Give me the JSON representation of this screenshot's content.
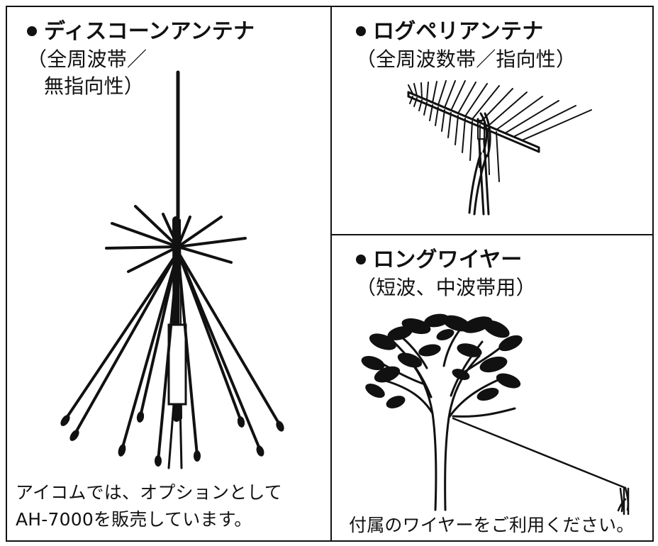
{
  "left_panel": {
    "title": "ディスコーンアンテナ",
    "subtitle_line1": "（全周波帯／",
    "subtitle_line2": "無指向性）",
    "footer_line1": "アイコムでは、オプションとして",
    "footer_line2": "AH-7000を販売しています。",
    "illustration_icon": "discone-antenna-icon"
  },
  "top_right_panel": {
    "title": "ログペリアンテナ",
    "subtitle": "（全周波数帯／指向性）",
    "illustration_icon": "log-periodic-antenna-icon"
  },
  "bottom_right_panel": {
    "title": "ロングワイヤー",
    "subtitle": "（短波、中波帯用）",
    "footer": "付属のワイヤーをご利用ください。",
    "illustration_icon": "long-wire-tree-icon"
  }
}
